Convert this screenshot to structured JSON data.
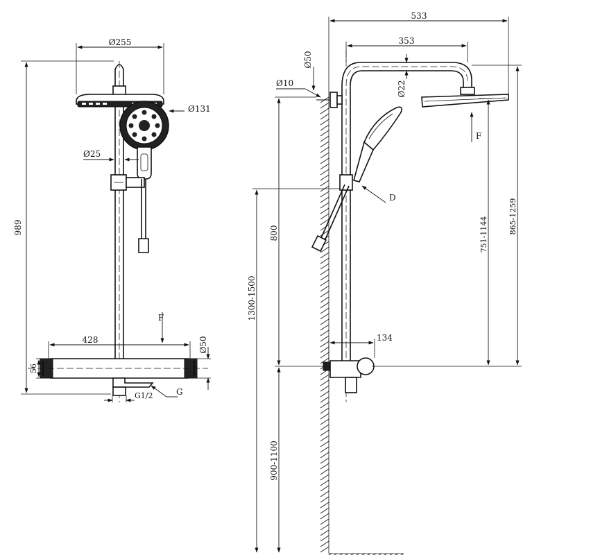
{
  "front_view": {
    "dim_head_diameter": "Ø255",
    "dim_hand_diameter": "Ø131",
    "dim_pipe_diameter": "Ø25",
    "dim_total_height": "989",
    "dim_bar_width": "428",
    "dim_bar_height": "56",
    "dim_bar_diameter": "Ø50",
    "flow_arrow": "F",
    "thread_label": "G1/2",
    "thread_callout": "G"
  },
  "side_view": {
    "dim_total_depth": "533",
    "dim_arm_reach": "353",
    "dim_riser_diameter": "Ø50",
    "dim_fixing_diameter": "Ø10",
    "dim_arm_diameter": "Ø22",
    "dim_head_range": "865-1259",
    "dim_flow_range": "751-1144",
    "dim_slide_height": "800",
    "dim_install_height": "1300-1500",
    "dim_bar_depth": "134",
    "dim_floor_height": "900-1100",
    "flow_arrow": "F",
    "detail_label": "D"
  }
}
